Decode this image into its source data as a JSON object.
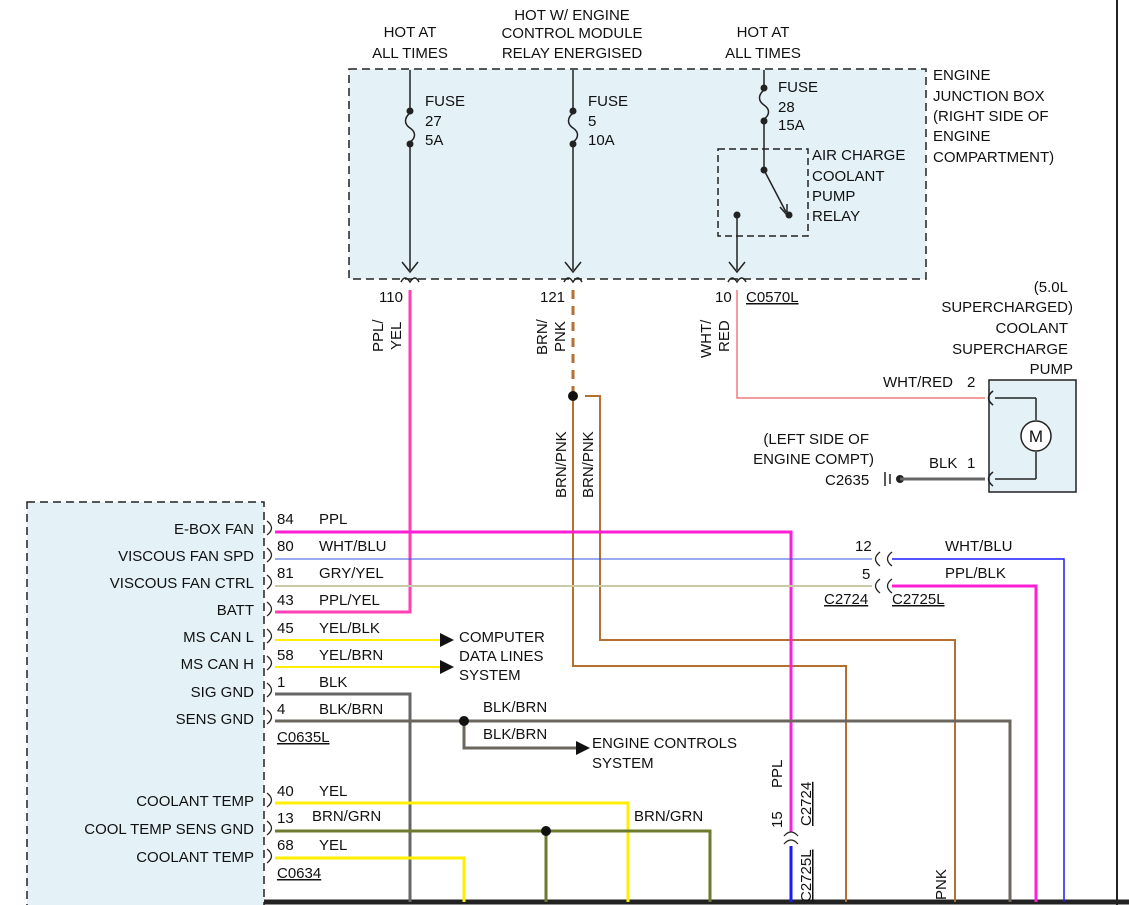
{
  "supplies": {
    "hot1_l1": "HOT AT",
    "hot1_l2": "ALL TIMES",
    "hot2_l1": "HOT W/ ENGINE",
    "hot2_l2": "CONTROL MODULE",
    "hot2_l3": "RELAY ENERGISED",
    "hot3_l1": "HOT AT",
    "hot3_l2": "ALL TIMES"
  },
  "junction_box": {
    "label": [
      "ENGINE",
      "JUNCTION BOX",
      "(RIGHT SIDE OF",
      "ENGINE",
      "COMPARTMENT)"
    ],
    "fuse27": [
      "FUSE",
      "27",
      "5A"
    ],
    "fuse5": [
      "FUSE",
      "5",
      "10A"
    ],
    "fuse28": [
      "FUSE",
      "28",
      "15A"
    ],
    "relay": [
      "AIR CHARGE",
      "COOLANT",
      "PUMP",
      "RELAY"
    ]
  },
  "pins": {
    "p110": "110",
    "p121": "121",
    "p10": "10",
    "c0570l": "C0570L"
  },
  "vertical_wires": {
    "w110": [
      "PPL/",
      "YEL"
    ],
    "w121": [
      "BRN/",
      "PNK"
    ],
    "w10": [
      "WHT/",
      "RED"
    ],
    "brnpnk_a": "BRN/PNK",
    "brnpnk_b": "BRN/PNK",
    "ppl": "PPL",
    "c2724_v": "C2724",
    "pin15": "15",
    "c2725l_v": "C2725L",
    "pnk": "PNK"
  },
  "pump": {
    "title": [
      "(5.0L",
      "SUPERCHARGED)",
      "COOLANT",
      "SUPERCHARGE",
      "PUMP"
    ],
    "motor": "M",
    "wire_top": "WHT/RED",
    "pin_top": "2",
    "wire_bottom": "BLK",
    "pin_bottom": "1",
    "ground_label": [
      "(LEFT SIDE OF",
      "ENGINE COMPT)"
    ],
    "ground_conn": "C2635"
  },
  "module": {
    "rows": [
      {
        "label": "E-BOX FAN",
        "pin": "84",
        "wire": "PPL"
      },
      {
        "label": "VISCOUS FAN SPD",
        "pin": "80",
        "wire": "WHT/BLU"
      },
      {
        "label": "VISCOUS FAN CTRL",
        "pin": "81",
        "wire": "GRY/YEL"
      },
      {
        "label": "BATT",
        "pin": "43",
        "wire": "PPL/YEL"
      },
      {
        "label": "MS CAN L",
        "pin": "45",
        "wire": "YEL/BLK"
      },
      {
        "label": "MS CAN H",
        "pin": "58",
        "wire": "YEL/BRN"
      },
      {
        "label": "SIG GND",
        "pin": "1",
        "wire": "BLK"
      },
      {
        "label": "SENS GND",
        "pin": "4",
        "wire": "BLK/BRN"
      }
    ],
    "conn1": "C0635L",
    "rows2": [
      {
        "label": "COOLANT TEMP",
        "pin": "40",
        "wire": "YEL"
      },
      {
        "label": "COOL TEMP SENS GND",
        "pin": "13",
        "wire": "BRN/GRN"
      },
      {
        "label": "COOLANT TEMP",
        "pin": "68",
        "wire": "YEL"
      }
    ],
    "conn2": "C0634"
  },
  "right_conns": {
    "pin12": "12",
    "pin5": "5",
    "wire12": "WHT/BLU",
    "wire5": "PPL/BLK",
    "c2724": "C2724",
    "c2725l": "C2725L"
  },
  "destinations": {
    "computer": [
      "COMPUTER",
      "DATA LINES",
      "SYSTEM"
    ],
    "engine": [
      "ENGINE CONTROLS",
      "SYSTEM"
    ],
    "blkbrn_a": "BLK/BRN",
    "blkbrn_b": "BLK/BRN",
    "brngrn": "BRN/GRN"
  },
  "colors": {
    "box_fill": "#e4f1f7",
    "ppl": "#ff1fd6",
    "ppl_yel": "#ff3fb4",
    "brn_pnk": "#b3702f",
    "wht_red": "#f07a7a",
    "wht_blu": "#3355dd",
    "gry_yel": "#c9c9a8",
    "yel": "#ffee00",
    "gray": "#666666",
    "blk_brn": "#6b675e",
    "brn_grn": "#6b7a2c",
    "blue": "#1a1aff"
  }
}
